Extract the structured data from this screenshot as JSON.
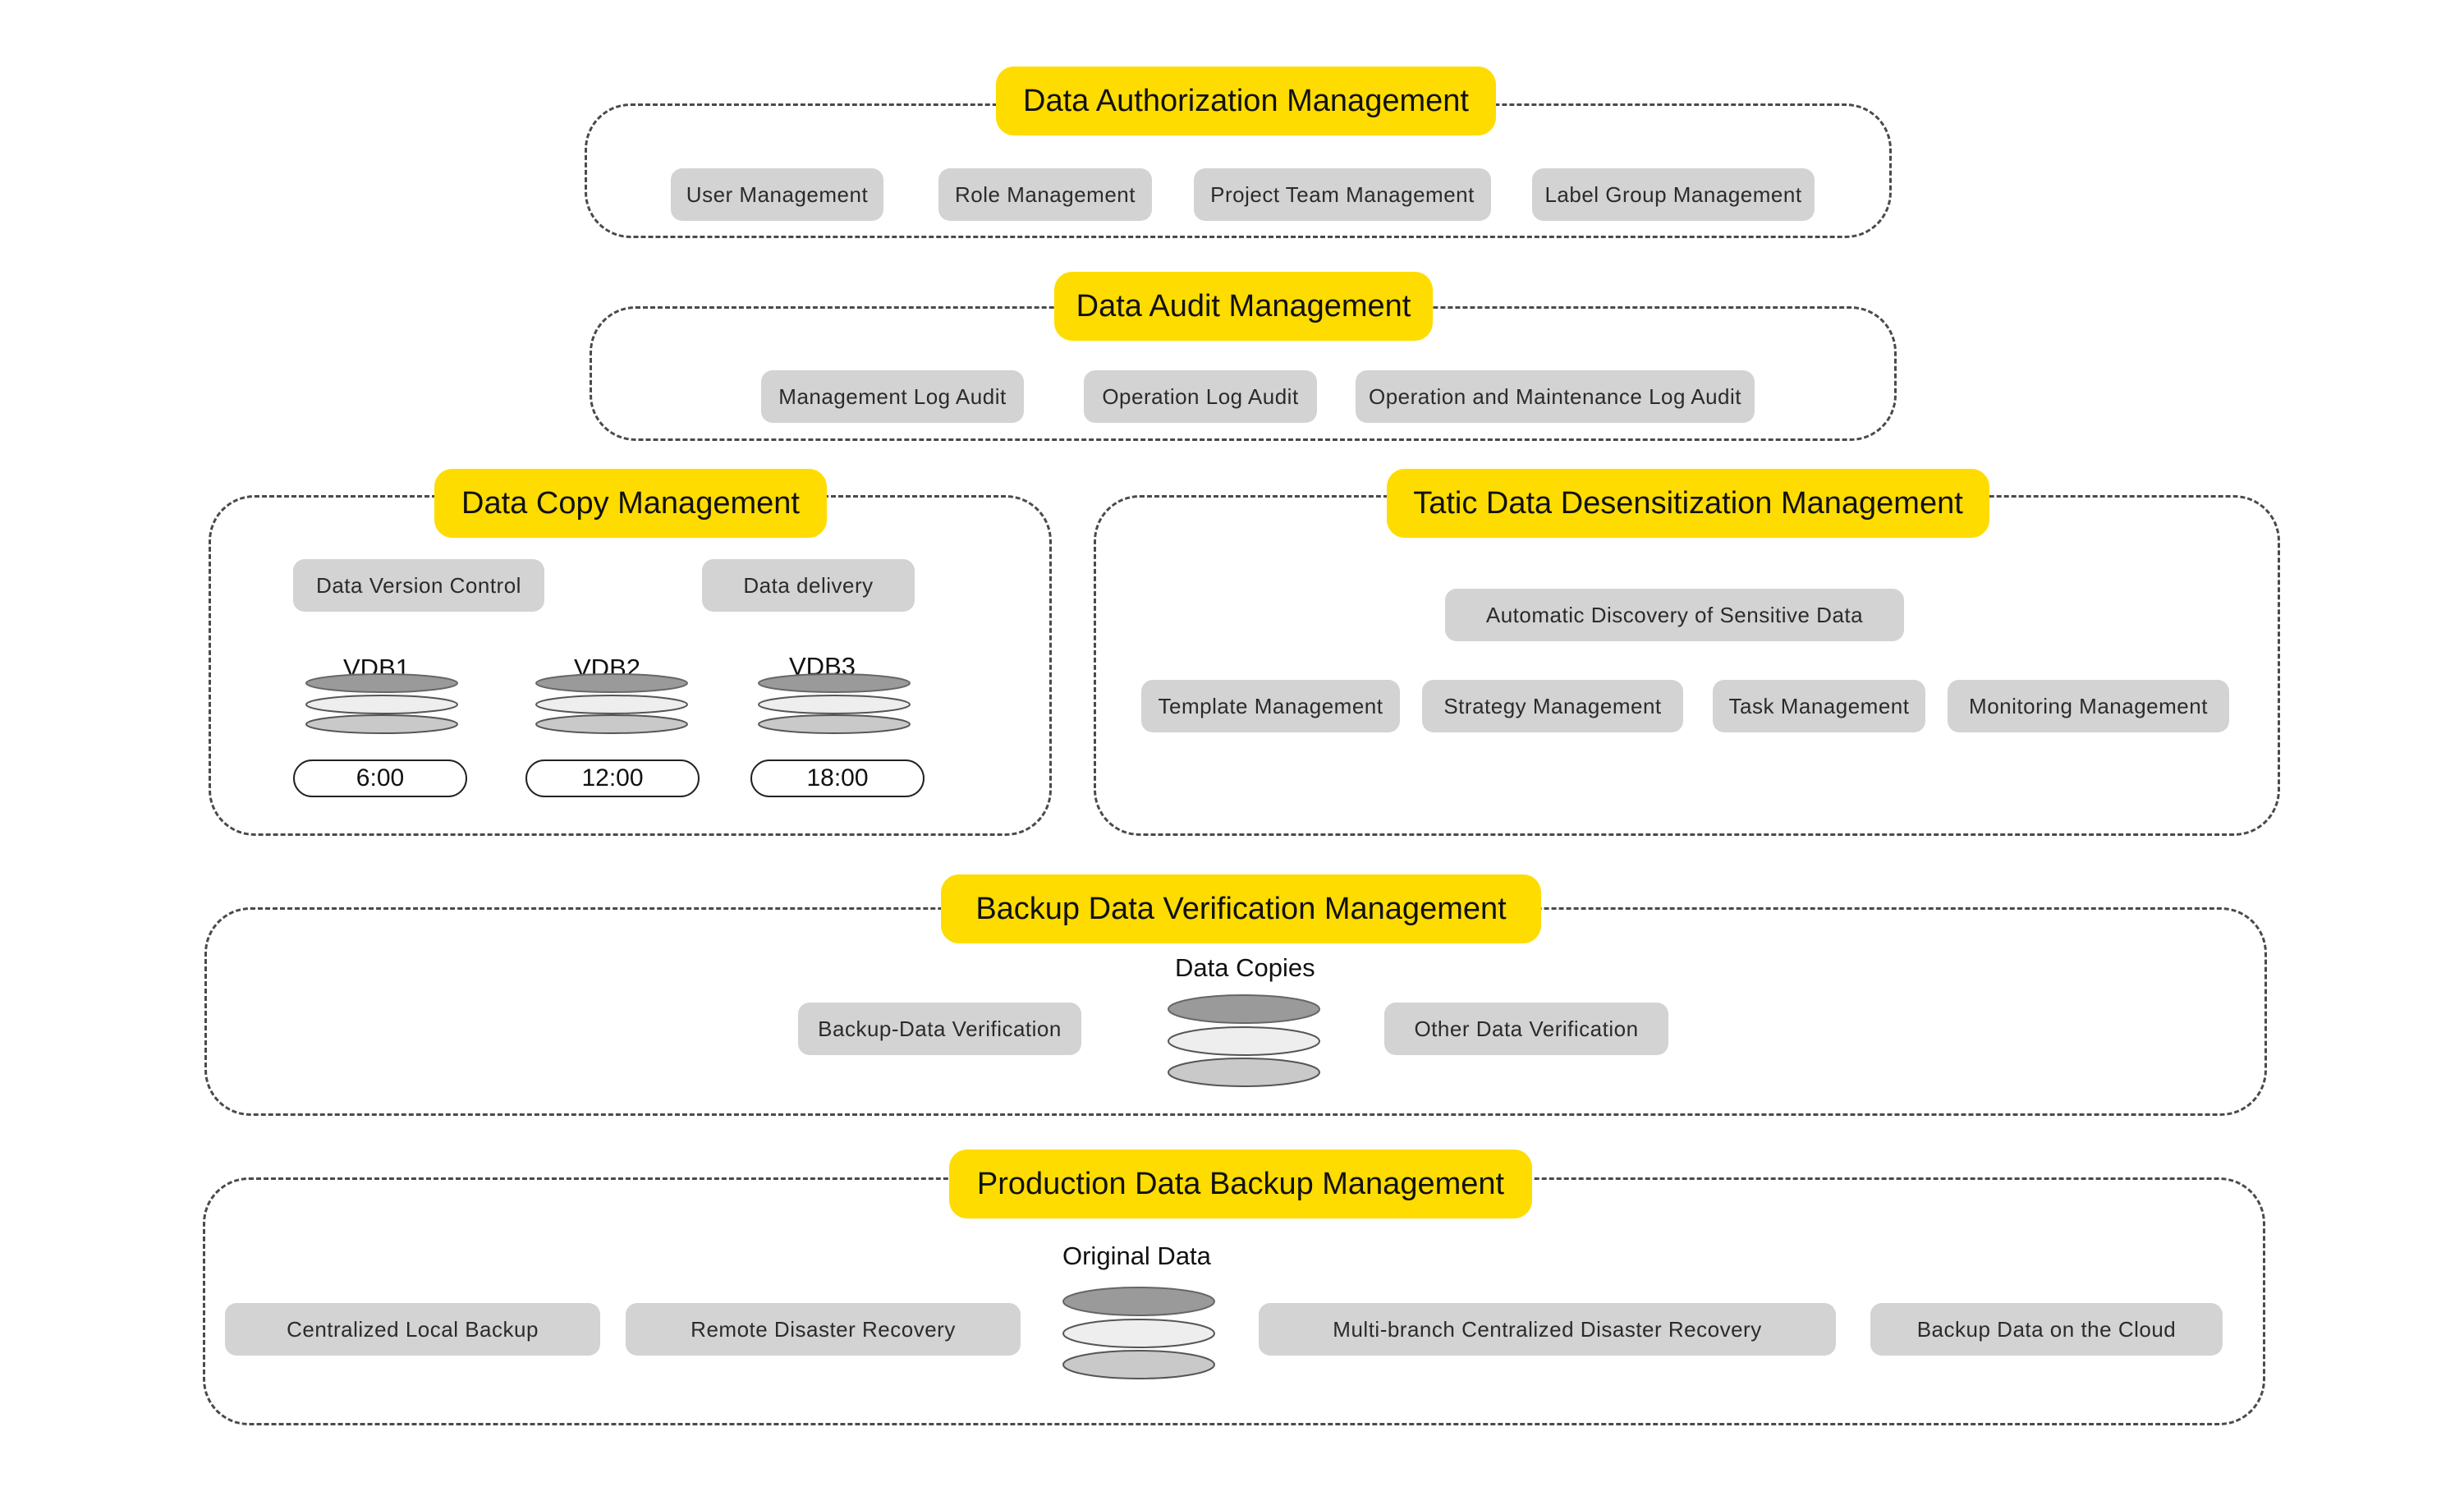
{
  "colors": {
    "title_bg": "#ffdc00",
    "chip_bg": "#d3d3d3",
    "border": "#4a4a4a"
  },
  "icons": {
    "database": "stacked-disks-icon"
  },
  "authorization": {
    "title": "Data Authorization Management",
    "items": [
      "User Management",
      "Role Management",
      "Project Team  Management",
      "Label Group Management"
    ]
  },
  "audit": {
    "title": "Data Audit Management",
    "items": [
      "Management Log Audit",
      "Operation Log Audit",
      "Operation and Maintenance Log Audit"
    ]
  },
  "copy": {
    "title": "Data Copy Management",
    "items": [
      "Data Version Control",
      "Data delivery"
    ],
    "vdbs": [
      {
        "name": "VDB1",
        "time": "6:00"
      },
      {
        "name": "VDB2",
        "time": "12:00"
      },
      {
        "name": "VDB3",
        "time": "18:00"
      }
    ]
  },
  "desensitization": {
    "title": "Tatic Data Desensitization Management",
    "discovery": "Automatic Discovery of Sensitive Data",
    "items": [
      "Template Management",
      "Strategy Management",
      "Task Management",
      "Monitoring Management"
    ]
  },
  "verification": {
    "title": "Backup Data Verification Management",
    "db_label": "Data Copies",
    "items": [
      "Backup-Data Verification",
      "Other Data Verification"
    ]
  },
  "backup": {
    "title": "Production Data Backup Management",
    "db_label": "Original Data",
    "items": [
      "Centralized Local Backup",
      "Remote Disaster Recovery",
      "Multi-branch Centralized Disaster Recovery",
      "Backup Data on the Cloud"
    ]
  }
}
